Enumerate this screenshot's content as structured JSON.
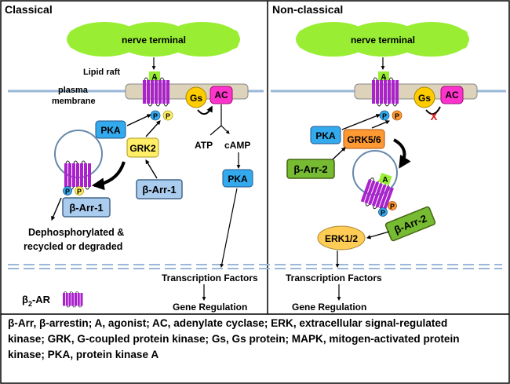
{
  "panels": {
    "classical": {
      "title": "Classical",
      "nerve_terminal": "nerve terminal",
      "lipid_raft": "Lipid raft",
      "plasma_membrane_1": "plasma",
      "plasma_membrane_2": "membrane",
      "agonist": "A",
      "gs": "Gs",
      "ac": "AC",
      "pka_upper": "PKA",
      "grk": "GRK2",
      "barr_free": "β-Arr-1",
      "barr_bound": "β-Arr-1",
      "phospho": [
        "P",
        "P"
      ],
      "atp": "ATP",
      "camp": "cAMP",
      "pka_lower": "PKA",
      "fate_1": "Dephosphorylated &",
      "fate_2": "recycled or degraded",
      "transcription": "Transcription Factors",
      "gene": "Gene Regulation",
      "legend_label": "β",
      "legend_sub": "2",
      "legend_suffix": "-AR"
    },
    "nonclassical": {
      "title": "Non-classical",
      "nerve_terminal": "nerve terminal",
      "agonist": "A",
      "gs": "Gs",
      "ac": "AC",
      "blocked_mark": "X",
      "pka": "PKA",
      "grk": "GRK5/6",
      "barr_free": "β-Arr-2",
      "barr_bound": "β-Arr-2",
      "phospho": [
        "P",
        "P"
      ],
      "erk": "ERK1/2",
      "transcription": "Transcription Factors",
      "gene": "Gene Regulation"
    }
  },
  "caption": {
    "line1": "β-Arr, β-arrestin; A, agonist; AC, adenylate cyclase; ERK, extracellular signal-regulated",
    "line2": "kinase; GRK, G-coupled protein kinase; Gs, Gs protein; MAPK, mitogen-activated protein",
    "line3": "kinase; PKA, protein kinase A"
  },
  "colors": {
    "nerve": "#99ee33",
    "receptor": "#aa22cc",
    "gs": "#ffcc00",
    "ac": "#ff33cc",
    "pka": "#33aaee",
    "grk2": "#ffee66",
    "grk56": "#ff9933",
    "barr_classical": "#aaccee",
    "barr_nonclassical": "#77bb33",
    "erk": "#ffcc55",
    "membrane": "#ddd3bb",
    "blocked": "#dd1111"
  }
}
